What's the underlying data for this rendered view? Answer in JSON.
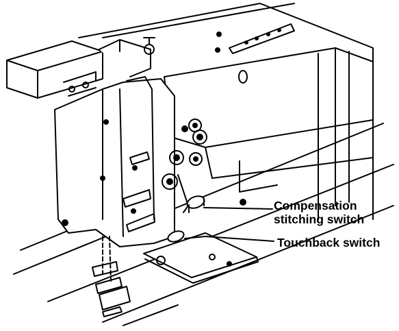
{
  "callouts": {
    "compensation_line1": "Compensation",
    "compensation_line2": "stitching switch",
    "touchback": "Touchback switch"
  }
}
